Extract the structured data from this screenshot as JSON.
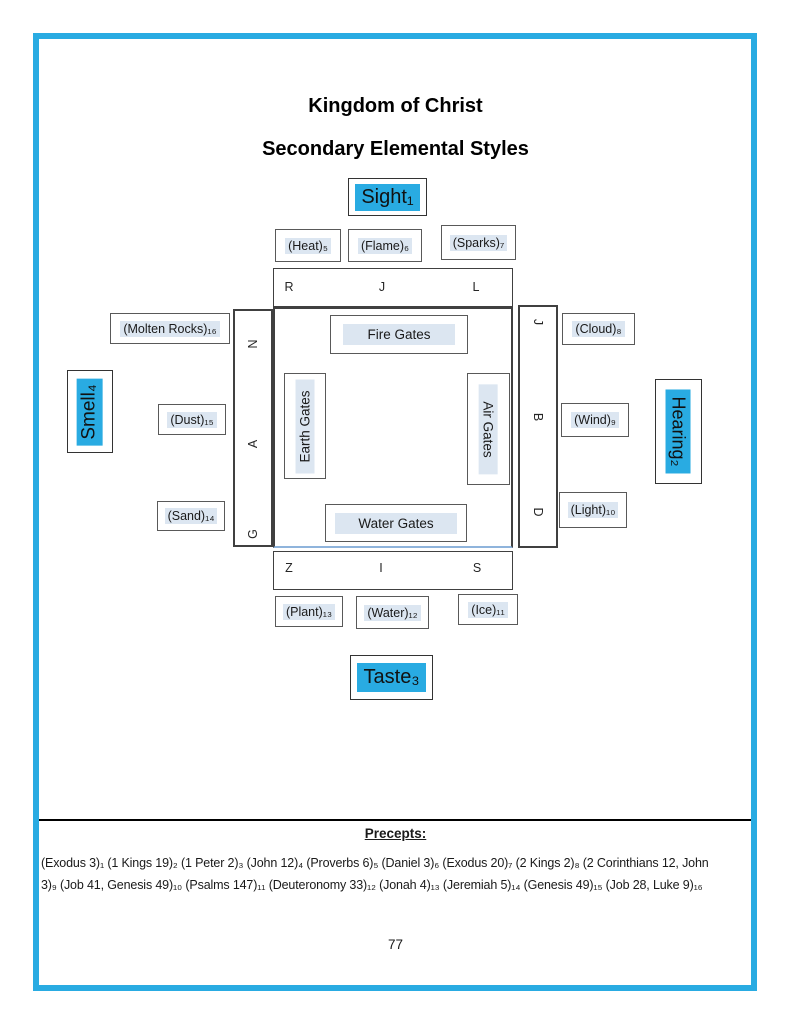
{
  "header": {
    "title": "Kingdom of Christ",
    "subtitle": "Secondary Elemental Styles"
  },
  "senses": {
    "sight": "Sight₁",
    "hearing": "Hearing₂",
    "taste": "Taste₃",
    "smell": "Smell₄"
  },
  "elements": {
    "heat": "(Heat)₅",
    "flame": "(Flame)₆",
    "sparks": "(Sparks)₇",
    "cloud": "(Cloud)₈",
    "wind": "(Wind)₉",
    "light": "(Light)₁₀",
    "ice": "(Ice)₁₁",
    "water": "(Water)₁₂",
    "plant": "(Plant)₁₃",
    "sand": "(Sand)₁₄",
    "dust": "(Dust)₁₅",
    "molten_rocks": "(Molten Rocks)₁₆"
  },
  "gates": {
    "fire": "Fire Gates",
    "earth": "Earth Gates",
    "air": "Air Gates",
    "water": "Water Gates"
  },
  "letters": {
    "top": [
      "R",
      "J",
      "L"
    ],
    "left": [
      "N",
      "A",
      "G"
    ],
    "right": [
      "J",
      "B",
      "D"
    ],
    "bottom": [
      "Z",
      "I",
      "S"
    ]
  },
  "precepts": {
    "heading": "Precepts:",
    "line1": "(Exodus 3)₁ (1 Kings 19)₂ (1 Peter 2)₃ (John 12)₄ (Proverbs 6)₅ (Daniel 3)₆ (Exodus 20)₇ (2 Kings 2)₈ (2 Corinthians 12, John",
    "line2": "3)₉ (Job 41, Genesis 49)₁₀ (Psalms 147)₁₁ (Deuteronomy 33)₁₂ (Jonah 4)₁₃ (Jeremiah 5)₁₄ (Genesis 49)₁₅ (Job 28, Luke 9)₁₆"
  },
  "footer": {
    "page_number": "77"
  },
  "colors": {
    "accent_cyan": "#29ABE2",
    "label_highlight": "#DCE6F1",
    "square_border": "#404040",
    "blue_baseline": "#8FB4DC"
  }
}
